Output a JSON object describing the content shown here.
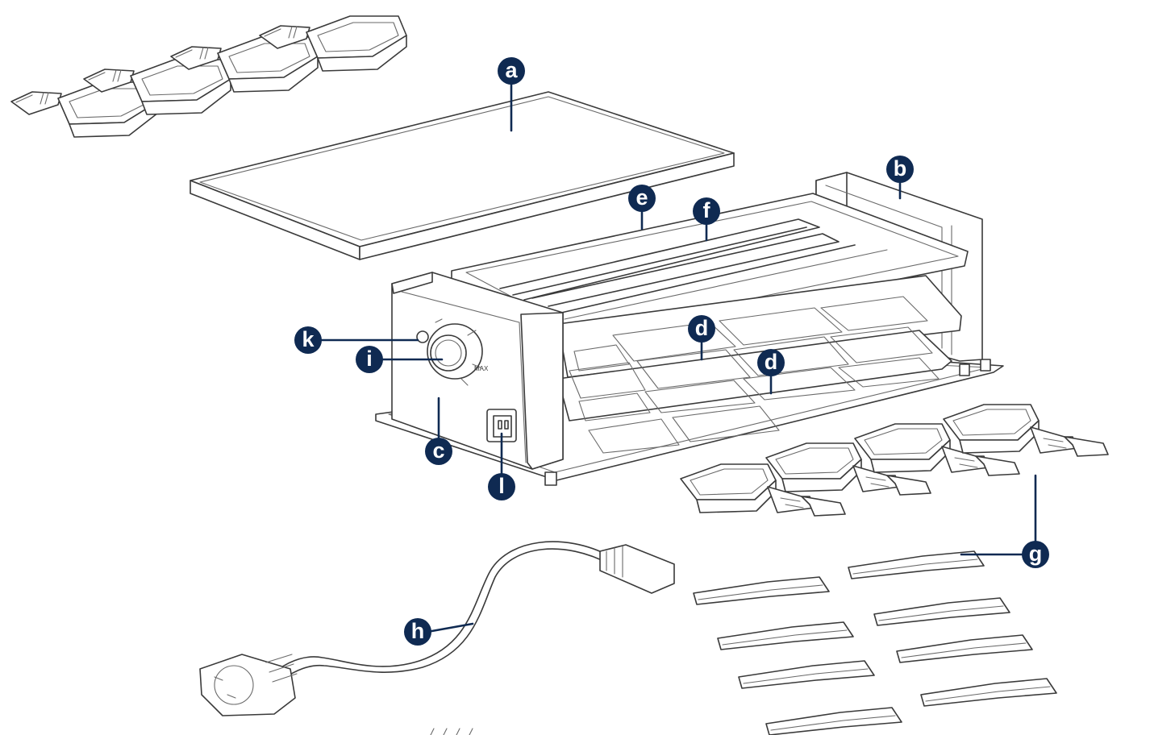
{
  "callouts": {
    "a": "a",
    "b": "b",
    "c": "c",
    "d1": "d",
    "d2": "d",
    "e": "e",
    "f": "f",
    "g": "g",
    "h": "h",
    "i": "i",
    "k": "k",
    "l": "l"
  },
  "colors": {
    "badge": "#0f2a52",
    "line": "#3a3a3a",
    "background": "#ffffff"
  },
  "icons": {
    "power_socket": "power-socket-icon",
    "knob": "thermostat-knob-icon",
    "indicator": "indicator-light-icon"
  }
}
